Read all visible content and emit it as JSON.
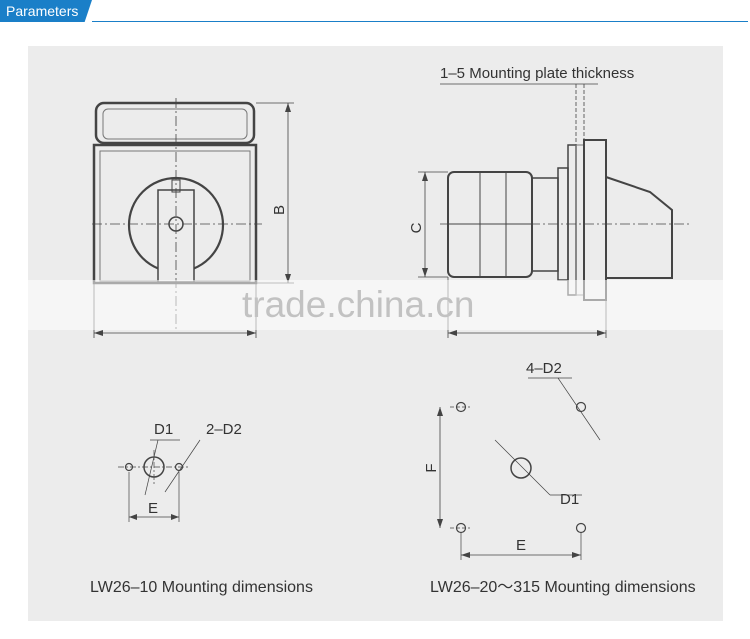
{
  "header": {
    "tab_label": "Parameters"
  },
  "drawing": {
    "front_view": {
      "dim_height": "B"
    },
    "side_view": {
      "plate_note": "1–5 Mounting plate thickness",
      "dim_height": "C"
    },
    "lw26_10": {
      "label_d1": "D1",
      "label_2d2": "2–D2",
      "label_e": "E",
      "caption": "LW26–10 Mounting dimensions"
    },
    "lw26_20": {
      "label_4d2": "4–D2",
      "label_d1": "D1",
      "label_f": "F",
      "label_e": "E",
      "caption": "LW26–20～315 Mounting dimensions"
    }
  },
  "watermark": "trade.china.cn",
  "colors": {
    "accent": "#1a7fc8",
    "panel": "#ececec",
    "line": "#444444"
  }
}
